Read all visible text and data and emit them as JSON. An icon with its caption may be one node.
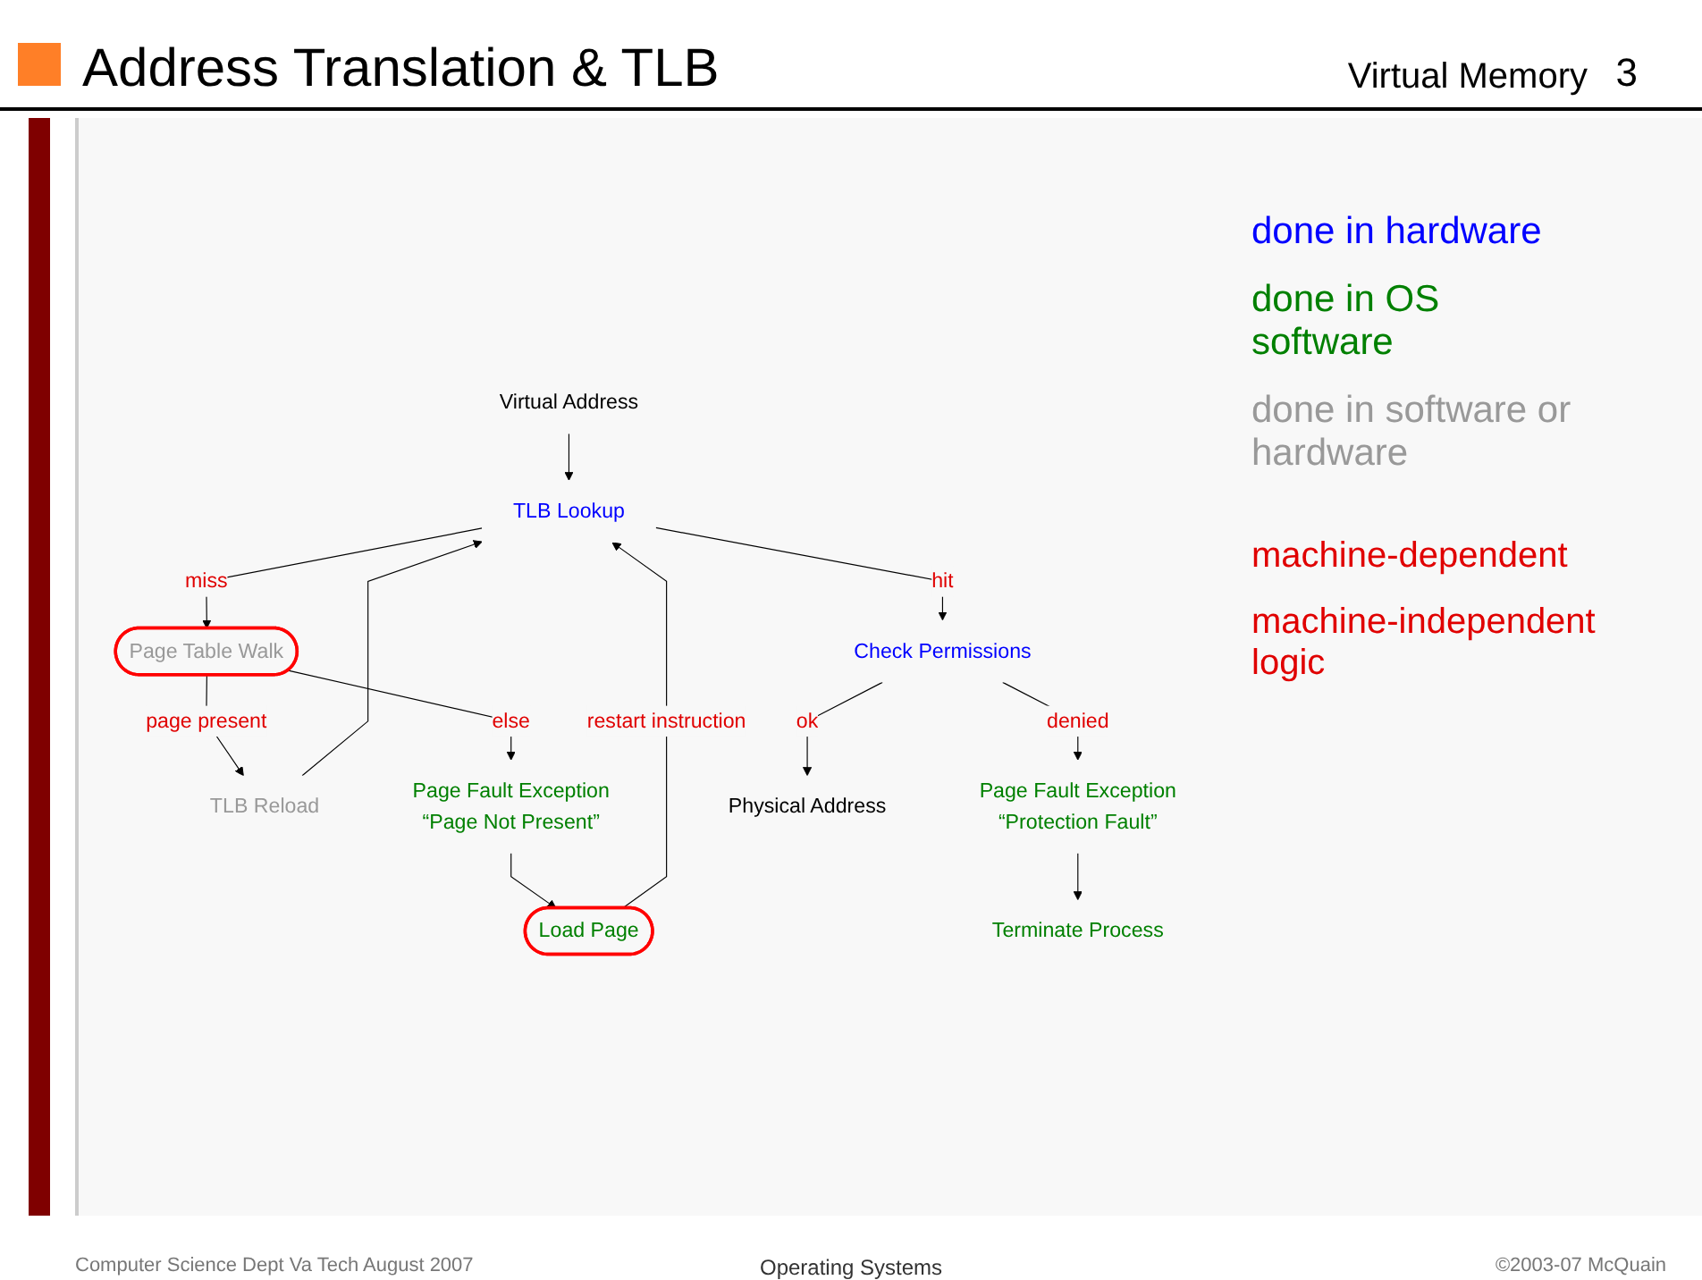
{
  "diagram": {
    "title": "Address Translation & TLB",
    "nodes": [
      {
        "text": [
          "Virtual Address"
        ]
      },
      {
        "text": [
          "TLB Lookup"
        ]
      },
      {
        "text": [
          "Page Table Walk"
        ]
      },
      {
        "text": [
          "Check Permissions"
        ]
      },
      {
        "text": [
          "TLB Reload"
        ]
      },
      {
        "text": [
          "Page Fault Exception",
          "“Page Not Present”"
        ]
      },
      {
        "text": [
          "Page Fault Exception",
          "“Protection Fault”"
        ]
      },
      {
        "text": [
          "Physical Address"
        ]
      },
      {
        "text": [
          "Load Page"
        ]
      },
      {
        "text": [
          "Terminate Process"
        ]
      }
    ],
    "edges": [
      {
        "from": 0,
        "to": 1,
        "arrow": "to"
      },
      {
        "from": 1,
        "to": 2,
        "arrow": "to",
        "label": "miss"
      },
      {
        "from": 1,
        "to": 3,
        "arrow": "to",
        "label": "hit"
      },
      {
        "from": 2,
        "to": 4,
        "arrow": "to",
        "label": "page present"
      },
      {
        "from": 2,
        "to": 5,
        "arrow": "to",
        "label": "else"
      },
      {
        "from": 3,
        "to": 6,
        "arrow": "to",
        "label": "denied"
      },
      {
        "from": 3,
        "to": 7,
        "arrow": "to",
        "label": "ok"
      },
      {
        "from": 5,
        "to": 8,
        "arrow": "to"
      },
      {
        "from": 6,
        "to": 9,
        "arrow": "to"
      },
      {
        "from": 4,
        "to": 1,
        "arrow": "to"
      },
      {
        "from": 8,
        "to": 1,
        "arrow": "to",
        "label": "restart instruction"
      }
    ],
    "labels": [
      "Virtual Memory",
      "3",
      "machine-dependent",
      "machine-independent logic",
      "Computer Science Dept Va Tech August 2007",
      "Operating Systems",
      "©2003-07  McQuain"
    ],
    "legend": [
      {
        "text": "done in hardware",
        "color": "#0000ff"
      },
      {
        "text": "done in OS software",
        "color": "#008000"
      },
      {
        "text": "done in software or hardware",
        "color": "#999999"
      }
    ]
  }
}
